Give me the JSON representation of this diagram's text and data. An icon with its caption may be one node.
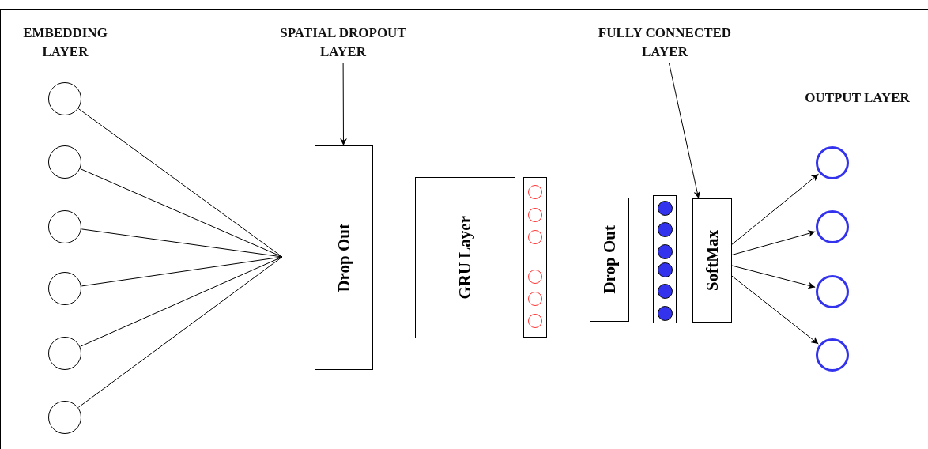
{
  "diagram": {
    "nodes": [
      {
        "text": [
          "SPATIAL DROPOUT LAYER"
        ]
      },
      {
        "text": [
          "FULLY CONNECTED LAYER"
        ]
      },
      {
        "text": [],
        "shape": "circle"
      },
      {
        "text": [],
        "shape": "circle"
      },
      {
        "text": [],
        "shape": "circle"
      },
      {
        "text": [],
        "shape": "circle"
      },
      {
        "text": [],
        "shape": "circle"
      },
      {
        "text": [],
        "shape": "circle"
      },
      {
        "text": [
          "Drop Out"
        ]
      },
      {
        "text": [
          "GRU Layer"
        ]
      },
      {
        "text": [],
        "shape": "bar"
      },
      {
        "text": [],
        "shape": "circle",
        "in": 10
      },
      {
        "text": [],
        "shape": "circle",
        "in": 10
      },
      {
        "text": [],
        "shape": "circle",
        "in": 10
      },
      {
        "text": [],
        "shape": "circle",
        "in": 10
      },
      {
        "text": [],
        "shape": "circle",
        "in": 10
      },
      {
        "text": [],
        "shape": "circle",
        "in": 10
      },
      {
        "text": [
          "Drop Out"
        ]
      },
      {
        "text": [],
        "shape": "bar"
      },
      {
        "text": [],
        "shape": "circle",
        "in": 18
      },
      {
        "text": [],
        "shape": "circle",
        "in": 18
      },
      {
        "text": [],
        "shape": "circle",
        "in": 18
      },
      {
        "text": [],
        "shape": "circle",
        "in": 18
      },
      {
        "text": [],
        "shape": "circle",
        "in": 18
      },
      {
        "text": [],
        "shape": "circle",
        "in": 18
      },
      {
        "text": [
          "SoftMax"
        ]
      },
      {
        "text": [],
        "shape": "circle"
      },
      {
        "text": [],
        "shape": "circle"
      },
      {
        "text": [],
        "shape": "circle"
      },
      {
        "text": [],
        "shape": "circle"
      }
    ],
    "edges": [
      {
        "from": 2,
        "to": null,
        "arrow": "none"
      },
      {
        "from": 3,
        "to": null,
        "arrow": "none"
      },
      {
        "from": 4,
        "to": null,
        "arrow": "none"
      },
      {
        "from": 5,
        "to": null,
        "arrow": "none"
      },
      {
        "from": 6,
        "to": null,
        "arrow": "none"
      },
      {
        "from": 7,
        "to": null,
        "arrow": "none"
      },
      {
        "from": 0,
        "to": 8,
        "arrow": "to"
      },
      {
        "from": 1,
        "to": 25,
        "arrow": "to"
      },
      {
        "from": 25,
        "to": 26,
        "arrow": "to"
      },
      {
        "from": 25,
        "to": 27,
        "arrow": "to"
      },
      {
        "from": 25,
        "to": 28,
        "arrow": "to"
      },
      {
        "from": 25,
        "to": 29,
        "arrow": "to"
      }
    ],
    "labels": [
      "EMBEDDING LAYER",
      "OUTPUT LAYER"
    ]
  }
}
